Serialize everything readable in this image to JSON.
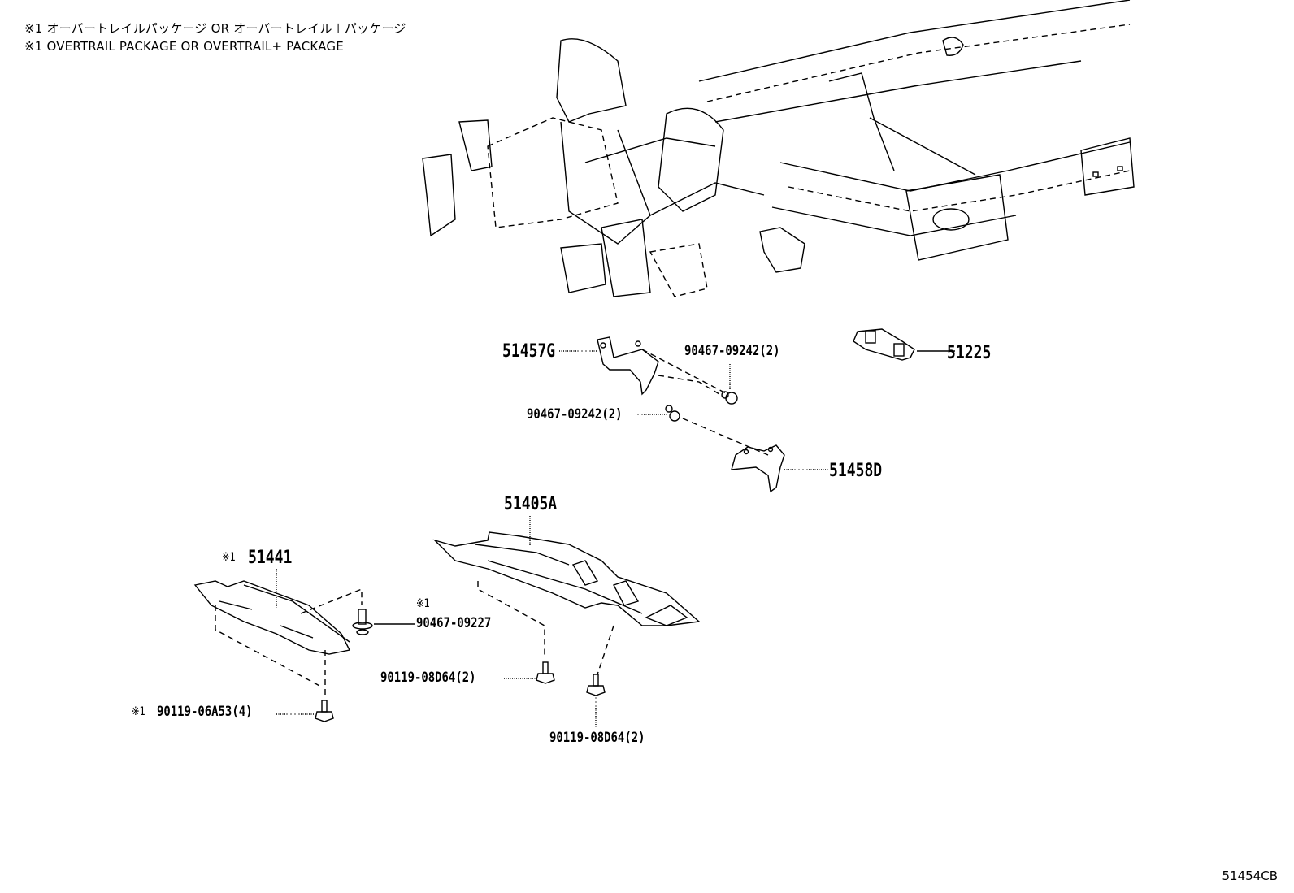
{
  "notes": {
    "line1": "※1 オーバートレイルパッケージ  OR  オーバートレイル＋パッケージ",
    "line2": "※1 OVERTRAIL PACKAGE OR OVERTRAIL+ PACKAGE"
  },
  "parts": {
    "p51457G": "51457G",
    "p90467_09242_a": "90467-09242(2)",
    "p90467_09242_b": "90467-09242(2)",
    "p51225": "51225",
    "p51458D": "51458D",
    "p51405A": "51405A",
    "p51441": "51441",
    "p51441_mark": "※1",
    "p90467_09227_mark": "※1",
    "p90467_09227": "90467-09227",
    "p90119_08D64_a": "90119-08D64(2)",
    "p90119_08D64_b": "90119-08D64(2)",
    "p90119_06A53_mark": "※1",
    "p90119_06A53": "90119-06A53(4)"
  },
  "figure_id": "51454CB"
}
